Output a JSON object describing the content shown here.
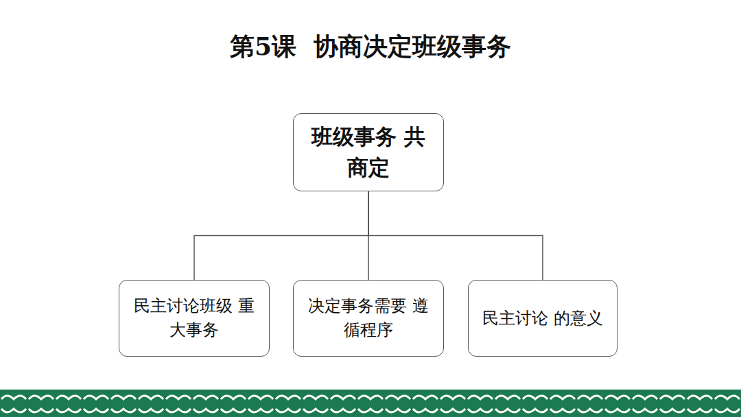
{
  "diagram": {
    "title": "第5课  协商决定班级事务",
    "nodes": [
      {
        "text": [
          "班级事务 共商定"
        ]
      },
      {
        "text": [
          "民主讨论班级 重大事务"
        ]
      },
      {
        "text": [
          "决定事务需要 遵循程序"
        ]
      },
      {
        "text": [
          "民主讨论 的意义"
        ]
      }
    ],
    "edges": [
      {
        "from": 0,
        "to": 1,
        "arrow": "none"
      },
      {
        "from": 0,
        "to": 2,
        "arrow": "none"
      },
      {
        "from": 0,
        "to": 3,
        "arrow": "none"
      }
    ]
  }
}
